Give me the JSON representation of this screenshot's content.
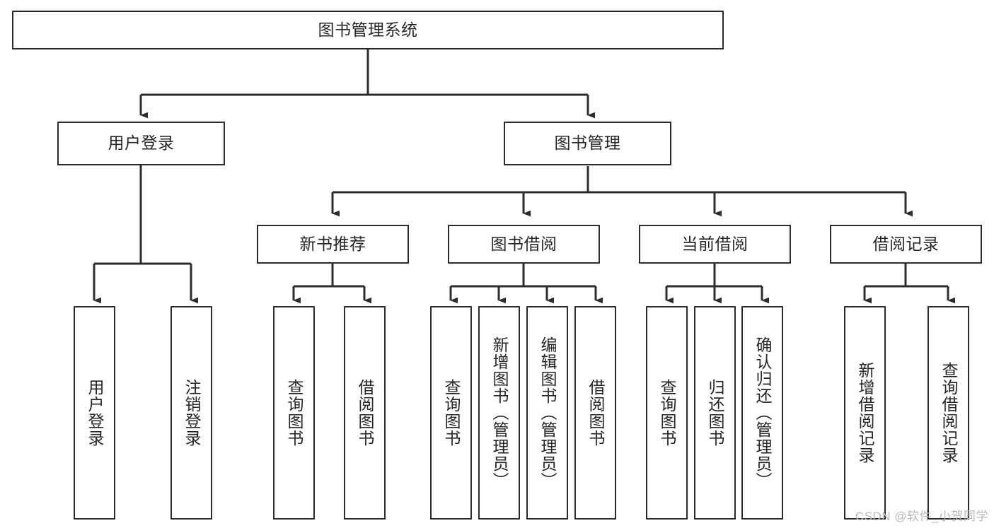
{
  "diagram": {
    "title": "图书管理系统",
    "type": "tree",
    "watermark": "CSDN @软件_小贺同学",
    "colors": {
      "box_border": "#2c2c2c",
      "box_fill": "#ffffff",
      "edge": "#2c2c2c",
      "text": "#262626",
      "watermark": "#b9b9b9"
    },
    "nodes": {
      "root": {
        "label": "图书管理系统",
        "level": 0,
        "orientation": "horizontal"
      },
      "user_login": {
        "label": "用户登录",
        "level": 1,
        "orientation": "horizontal"
      },
      "book_manage": {
        "label": "图书管理",
        "level": 1,
        "orientation": "horizontal"
      },
      "new_book_rec": {
        "label": "新书推荐",
        "level": 2,
        "orientation": "horizontal"
      },
      "book_borrow": {
        "label": "图书借阅",
        "level": 2,
        "orientation": "horizontal"
      },
      "current_borrow": {
        "label": "当前借阅",
        "level": 2,
        "orientation": "horizontal"
      },
      "borrow_record": {
        "label": "借阅记录",
        "level": 2,
        "orientation": "horizontal"
      },
      "leaf_user_login": {
        "label": "用户登录",
        "level": 3,
        "orientation": "vertical"
      },
      "leaf_logout": {
        "label": "注销登录",
        "level": 3,
        "orientation": "vertical"
      },
      "leaf_rec_query": {
        "label": "查询图书",
        "level": 3,
        "orientation": "vertical"
      },
      "leaf_rec_borrow": {
        "label": "借阅图书",
        "level": 3,
        "orientation": "vertical"
      },
      "leaf_borrow_query": {
        "label": "查询图书",
        "level": 3,
        "orientation": "vertical"
      },
      "leaf_add_book": {
        "label": "新增图书（管理员）",
        "level": 3,
        "orientation": "vertical"
      },
      "leaf_edit_book": {
        "label": "编辑图书（管理员）",
        "level": 3,
        "orientation": "vertical"
      },
      "leaf_borrow_book": {
        "label": "借阅图书",
        "level": 3,
        "orientation": "vertical"
      },
      "leaf_cur_query": {
        "label": "查询图书",
        "level": 3,
        "orientation": "vertical"
      },
      "leaf_return_book": {
        "label": "归还图书",
        "level": 3,
        "orientation": "vertical"
      },
      "leaf_confirm_return": {
        "label": "确认归还（管理员）",
        "level": 3,
        "orientation": "vertical"
      },
      "leaf_add_record": {
        "label": "新增借阅记录",
        "level": 3,
        "orientation": "vertical"
      },
      "leaf_query_record": {
        "label": "查询借阅记录",
        "level": 3,
        "orientation": "vertical"
      }
    },
    "edges": [
      {
        "from": "root",
        "to": "user_login"
      },
      {
        "from": "root",
        "to": "book_manage"
      },
      {
        "from": "book_manage",
        "to": "new_book_rec"
      },
      {
        "from": "book_manage",
        "to": "book_borrow"
      },
      {
        "from": "book_manage",
        "to": "current_borrow"
      },
      {
        "from": "book_manage",
        "to": "borrow_record"
      },
      {
        "from": "user_login",
        "to": "leaf_user_login"
      },
      {
        "from": "user_login",
        "to": "leaf_logout"
      },
      {
        "from": "new_book_rec",
        "to": "leaf_rec_query"
      },
      {
        "from": "new_book_rec",
        "to": "leaf_rec_borrow"
      },
      {
        "from": "book_borrow",
        "to": "leaf_borrow_query"
      },
      {
        "from": "book_borrow",
        "to": "leaf_add_book"
      },
      {
        "from": "book_borrow",
        "to": "leaf_edit_book"
      },
      {
        "from": "book_borrow",
        "to": "leaf_borrow_book"
      },
      {
        "from": "current_borrow",
        "to": "leaf_cur_query"
      },
      {
        "from": "current_borrow",
        "to": "leaf_return_book"
      },
      {
        "from": "current_borrow",
        "to": "leaf_confirm_return"
      },
      {
        "from": "borrow_record",
        "to": "leaf_add_record"
      },
      {
        "from": "borrow_record",
        "to": "leaf_query_record"
      }
    ]
  }
}
